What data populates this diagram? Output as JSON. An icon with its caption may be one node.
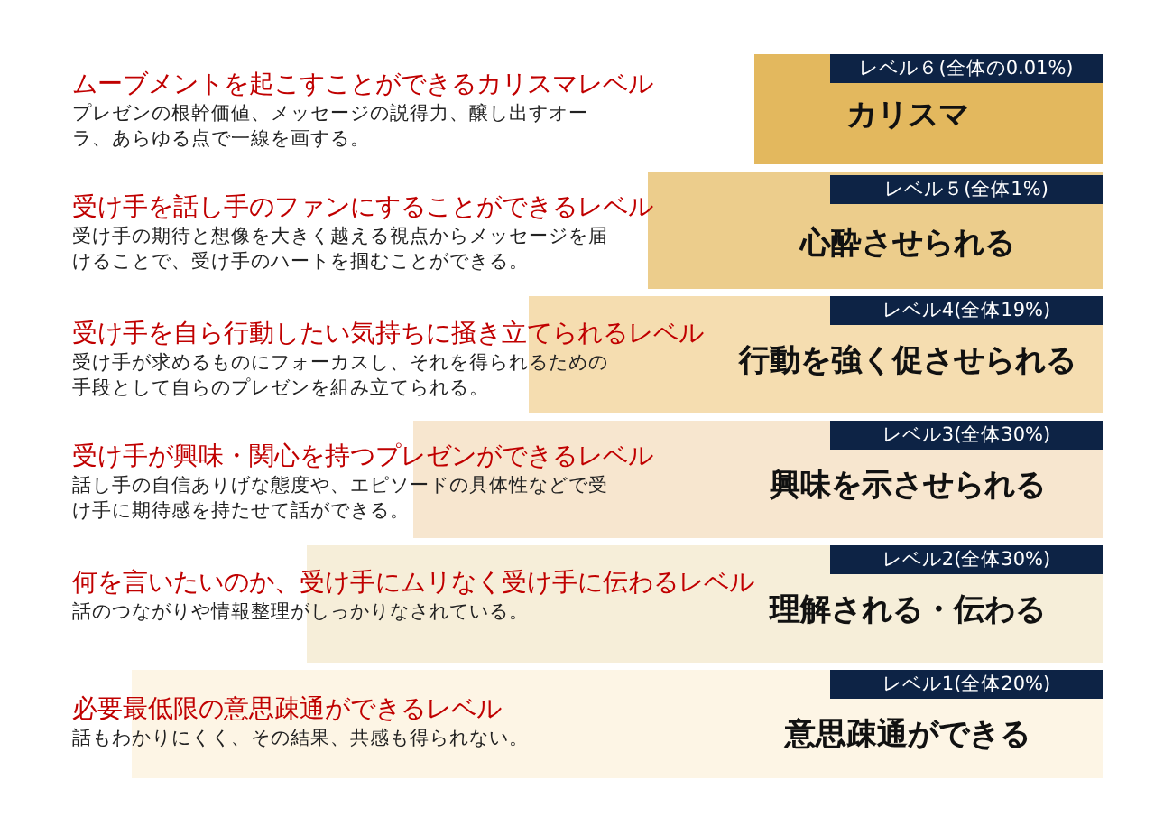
{
  "diagram": {
    "nodes": [
      {
        "text": [
          "カリスマ"
        ]
      },
      {
        "text": [
          "レベル６(全体の0.01%)"
        ],
        "in": 0
      },
      {
        "text": [
          "心酔させられる"
        ]
      },
      {
        "text": [
          "レベル５(全体1%)"
        ],
        "in": 2
      },
      {
        "text": [
          "行動を強く促させられる"
        ]
      },
      {
        "text": [
          "レベル4(全体19%)"
        ],
        "in": 4
      },
      {
        "text": [
          "興味を示させられる"
        ]
      },
      {
        "text": [
          "レベル3(全体30%)"
        ],
        "in": 6
      },
      {
        "text": [
          "理解される・伝わる"
        ]
      },
      {
        "text": [
          "レベル2(全体30%)"
        ],
        "in": 8
      },
      {
        "text": [
          "意思疎通ができる"
        ]
      },
      {
        "text": [
          "レベル1(全体20%)"
        ],
        "in": 10
      }
    ],
    "labels": [
      "ムーブメントを起こすことができるカリスマレベル",
      "プレゼンの根幹価値、メッセージの説得力、醸し出すオーラ、あらゆる点で一線を画する。",
      "受け手を話し手のファンにすることができるレベル",
      "受け手の期待と想像を大きく越える視点からメッセージを届けることで、受け手のハートを掴むことができる。",
      "受け手を自ら行動したい気持ちに掻き立てられるレベル",
      "受け手が求めるものにフォーカスし、それを得られるための手段として自らのプレゼンを組み立てられる。",
      "受け手が興味・関心を持つプレゼンができるレベル",
      "話し手の自信ありげな態度や、エピソードの具体性などで受け手に期待感を持たせて話ができる。",
      "何を言いたいのか、受け手にムリなく受け手に伝わるレベル",
      "話のつながりや情報整理がしっかりなされている。",
      "必要最低限の意思疎通ができるレベル",
      "話もわかりにくく、その結果、共感も得られない。"
    ]
  }
}
